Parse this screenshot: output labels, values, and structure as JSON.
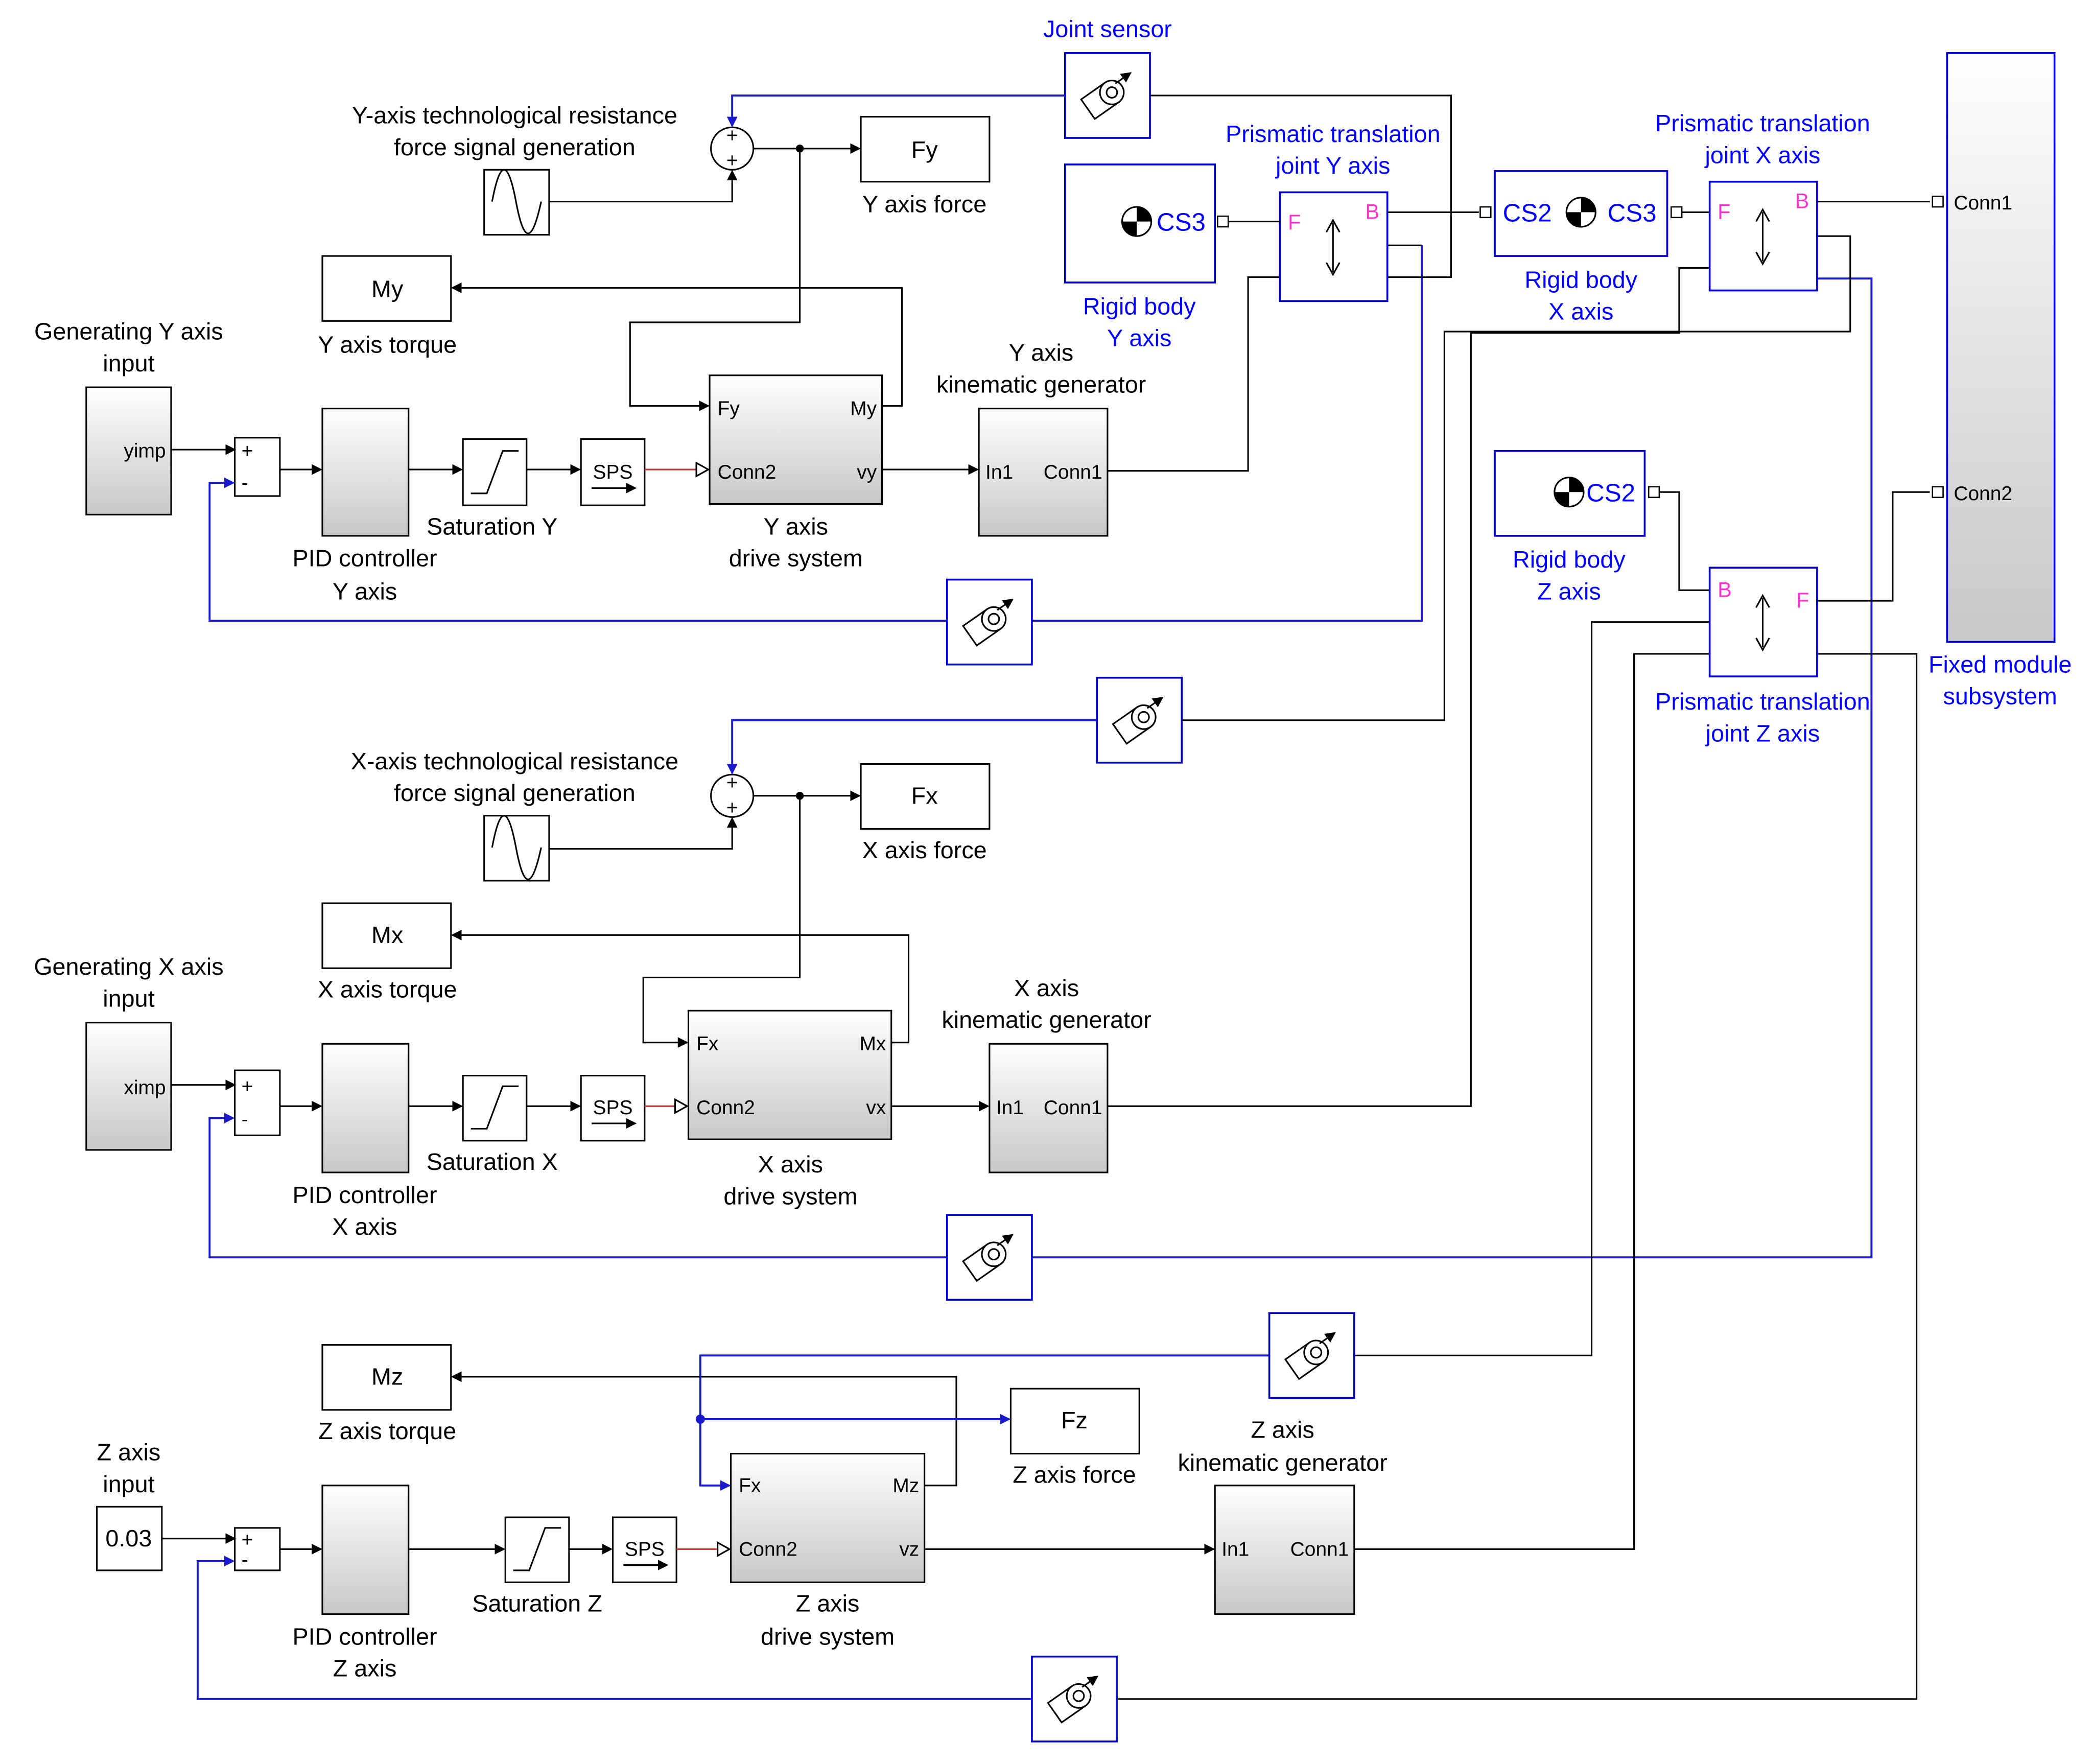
{
  "colors": {
    "signal_line": "#000000",
    "physical_line_blue": "#1a1acc",
    "simscape_label": "#0000ff",
    "frame_port": "#ff33cc",
    "block_gradient_top": "#ffffff",
    "block_gradient_bottom": "#c8c8c8"
  },
  "y_axis": {
    "input_title_1": "Generating Y axis",
    "input_title_2": "input",
    "input_value": "yimp",
    "force_gen_title_1": "Y-axis technological resistance",
    "force_gen_title_2": "force signal generation",
    "pid_1": "PID controller",
    "pid_2": "Y axis",
    "saturation": "Saturation Y",
    "sps": "SPS",
    "drive_1": "Y axis",
    "drive_2": "drive system",
    "kin_1": "Y axis",
    "kin_2": "kinematic generator",
    "force_display": "Fy",
    "force_label": "Y axis force",
    "torque_display": "My",
    "torque_label": "Y axis torque",
    "port_f": "Fy",
    "port_m": "My",
    "port_conn2": "Conn2",
    "port_v": "vy",
    "port_in1": "In1",
    "port_conn1": "Conn1"
  },
  "x_axis": {
    "input_title_1": "Generating X axis",
    "input_title_2": "input",
    "input_value": "ximp",
    "force_gen_title_1": "X-axis technological resistance",
    "force_gen_title_2": "force signal generation",
    "pid_1": "PID controller",
    "pid_2": "X axis",
    "saturation": "Saturation X",
    "sps": "SPS",
    "drive_1": "X axis",
    "drive_2": "drive system",
    "kin_1": "X axis",
    "kin_2": "kinematic generator",
    "force_display": "Fx",
    "force_label": "X axis force",
    "torque_display": "Mx",
    "torque_label": "X axis torque",
    "port_f": "Fx",
    "port_m": "Mx",
    "port_conn2": "Conn2",
    "port_v": "vx",
    "port_in1": "In1",
    "port_conn1": "Conn1"
  },
  "z_axis": {
    "input_title_1": "Z axis",
    "input_title_2": "input",
    "input_value": "0.03",
    "pid_1": "PID controller",
    "pid_2": "Z axis",
    "saturation": "Saturation Z",
    "sps": "SPS",
    "drive_1": "Z axis",
    "drive_2": "drive system",
    "kin_1": "Z axis",
    "kin_2": "kinematic generator",
    "force_display": "Fz",
    "force_label": "Z axis force",
    "torque_display": "Mz",
    "torque_label": "Z axis torque",
    "port_f": "Fx",
    "port_m": "Mz",
    "port_conn2": "Conn2",
    "port_v": "vz",
    "port_in1": "In1",
    "port_conn1": "Conn1"
  },
  "mechanics": {
    "joint_sensor": "Joint sensor",
    "rb_y_1": "Rigid body",
    "rb_y_2": "Y axis",
    "rb_y_cs": "CS3",
    "pj_y_1": "Prismatic translation",
    "pj_y_2": "joint Y axis",
    "rb_x_1": "Rigid body",
    "rb_x_2": "X axis",
    "rb_x_cs2": "CS2",
    "rb_x_cs3": "CS3",
    "pj_x_1": "Prismatic translation",
    "pj_x_2": "joint X axis",
    "rb_z_1": "Rigid body",
    "rb_z_2": "Z axis",
    "rb_z_cs": "CS2",
    "pj_z_1": "Prismatic translation",
    "pj_z_2": "joint Z axis",
    "fixed_1": "Fixed module",
    "fixed_2": "subsystem",
    "conn1": "Conn1",
    "conn2": "Conn2",
    "port_F": "F",
    "port_B": "B"
  },
  "sum_signs": {
    "plus": "+",
    "minus": "-"
  }
}
